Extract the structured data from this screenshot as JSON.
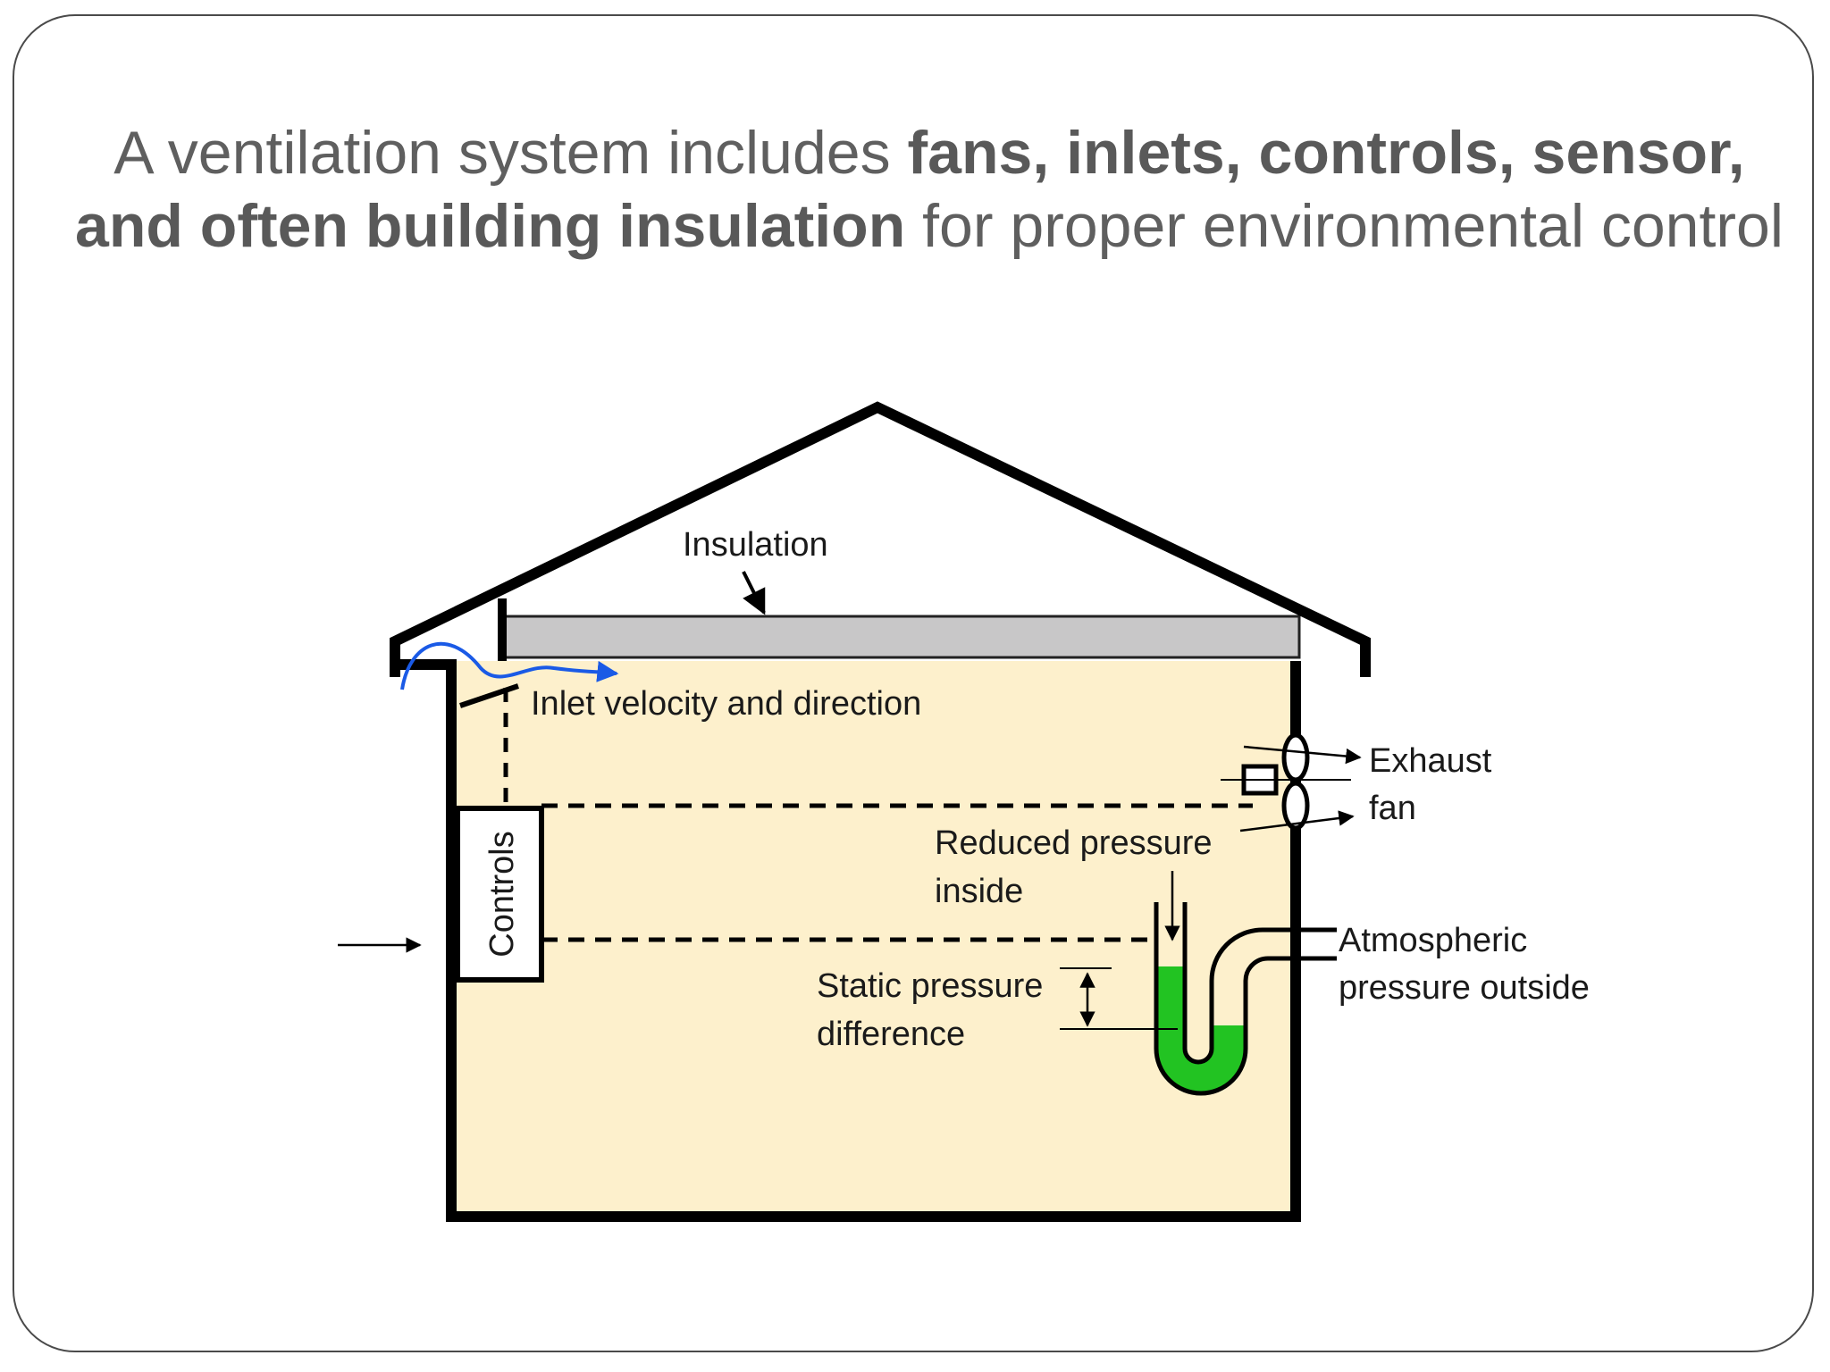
{
  "slide": {
    "title_parts": [
      {
        "text": "A ventilation system includes ",
        "bold": false
      },
      {
        "text": "fans, inlets, controls, sensor,",
        "bold": true
      },
      {
        "text": "and often building insulation",
        "bold": true
      },
      {
        "text": " for proper environmental control",
        "bold": false
      }
    ]
  },
  "diagram": {
    "labels": {
      "insulation": "Insulation",
      "inlet": "Inlet velocity and direction",
      "exhaust_line1": "Exhaust",
      "exhaust_line2": "fan",
      "reduced_line1": "Reduced pressure",
      "reduced_line2": "inside",
      "controls": "Controls",
      "atmospheric_line1": "Atmospheric",
      "atmospheric_line2": "pressure outside",
      "static_line1": "Static pressure",
      "static_line2": "difference"
    },
    "colors": {
      "interior": "#fdf0cc",
      "insulation": "#c8c7c8",
      "airflow": "#1a5ae6",
      "liquid": "#22c322",
      "outline": "#000000"
    }
  }
}
